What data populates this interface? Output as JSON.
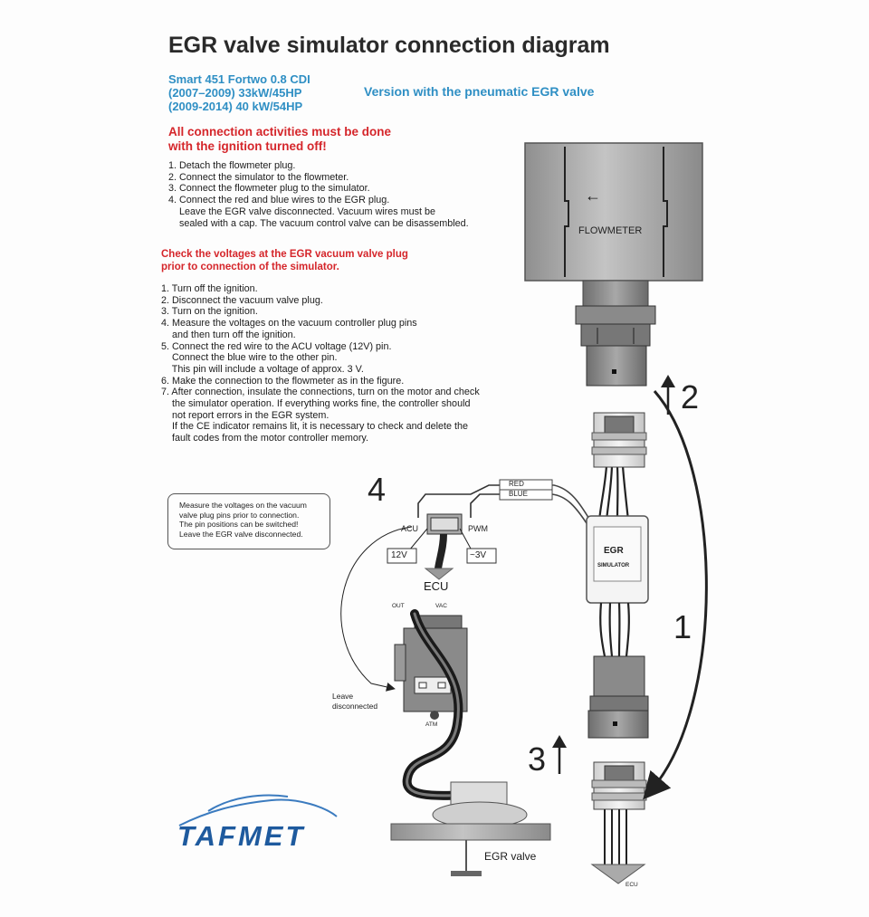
{
  "title": "EGR valve simulator connection diagram",
  "model_lines": [
    "Smart 451 Fortwo 0.8 CDI",
    "(2007–2009) 33kW/45HP",
    "(2009-2014) 40 kW/54HP"
  ],
  "version_text": "Version with the pneumatic EGR valve",
  "warning_lines": [
    "All connection activities must be done",
    "with the ignition turned off!"
  ],
  "steps_part1": [
    "1. Detach the flowmeter plug.",
    "2. Connect the simulator to the flowmeter.",
    "3. Connect the flowmeter plug to the simulator.",
    "4. Connect the red and blue wires to the EGR plug.",
    "    Leave the EGR valve disconnected. Vacuum wires must be",
    "    sealed with a cap. The vacuum control valve can be disassembled."
  ],
  "check_lines": [
    "Check the voltages at the EGR vacuum valve plug",
    "prior to connection of the simulator."
  ],
  "steps_part2": [
    "1. Turn off the ignition.",
    "2. Disconnect the vacuum valve plug.",
    "3. Turn on the ignition.",
    "4. Measure the voltages on the vacuum controller plug pins",
    "    and then turn off the ignition.",
    "5. Connect the red wire to the ACU voltage (12V) pin.",
    "    Connect the blue wire to the other pin.",
    "    This pin will include a voltage of approx. 3 V.",
    "6. Make the connection to the flowmeter as in the figure.",
    "7. After connection, insulate the connections, turn on the motor and check",
    "    the simulator operation. If everything works fine, the controller should",
    "    not report errors in the EGR system.",
    "    If the CE indicator remains lit, it is necessary to check and delete the",
    "    fault codes from the motor controller memory."
  ],
  "note_lines": [
    "Measure the voltages on the vacuum",
    "valve plug pins prior to connection.",
    "The pin positions can be switched!",
    "Leave the EGR valve disconnected."
  ],
  "labels": {
    "flowmeter": "FLOWMETER",
    "red": "RED",
    "blue": "BLUE",
    "acu": "ACU",
    "pwm": "PWM",
    "v12": "12V",
    "v3": "~3V",
    "ecu": "ECU",
    "ecu_small": "ECU",
    "egr": "EGR",
    "simulator": "SIMULATOR",
    "out": "OUT",
    "vac": "VAC",
    "atm": "ATM",
    "leave": "Leave",
    "disconnected": "disconnected",
    "egr_valve": "EGR valve",
    "arrow_left": "←",
    "logo": "TAFMET"
  },
  "steps_numbers": {
    "n1": "1",
    "n2": "2",
    "n3": "3",
    "n4": "4"
  },
  "colors": {
    "accent_blue": "#2f8fc4",
    "warning_red": "#d5262b",
    "red_wire": "#c62828",
    "blue_wire": "#1f5fbf",
    "part_gray": "#9a9a9a"
  }
}
